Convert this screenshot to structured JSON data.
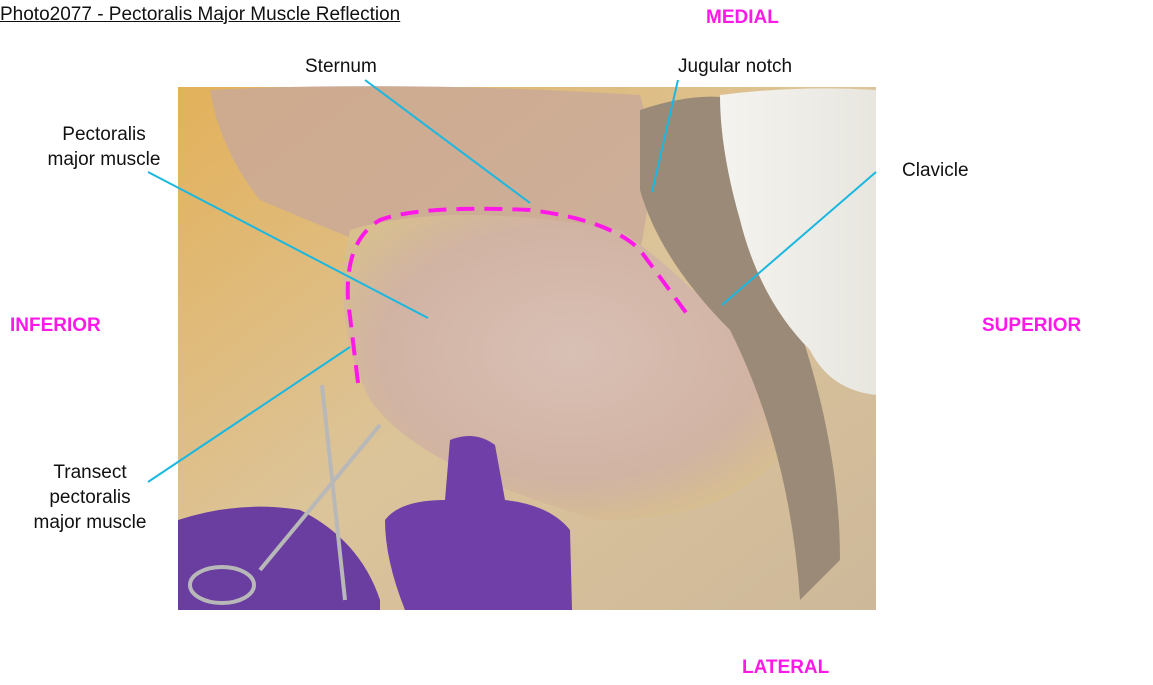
{
  "title": "Photo2077 - Pectoralis Major Muscle Reflection",
  "directions": {
    "medial": "MEDIAL",
    "lateral": "LATERAL",
    "inferior": "INFERIOR",
    "superior": "SUPERIOR"
  },
  "labels": {
    "sternum": "Sternum",
    "jugular_notch": "Jugular notch",
    "pectoralis_line1": "Pectoralis",
    "pectoralis_line2": "major muscle",
    "clavicle": "Clavicle",
    "transect_line1": "Transect",
    "transect_line2": "pectoralis",
    "transect_line3": "major muscle"
  },
  "colors": {
    "direction": "#ff19e8",
    "leader": "#1ab8e0",
    "cut_line": "#ff19e8"
  }
}
